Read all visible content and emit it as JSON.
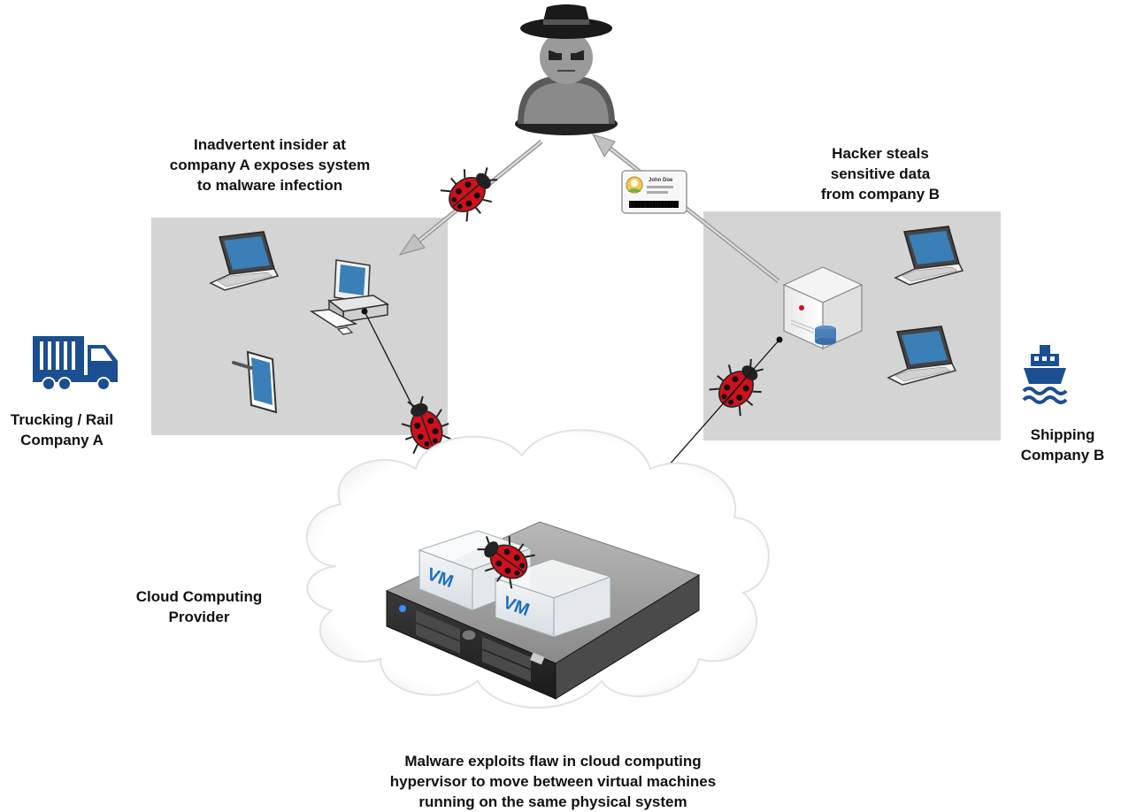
{
  "labels": {
    "insider": [
      "Inadvertent insider at",
      "company A exposes system",
      "to malware infection"
    ],
    "hacker_steals": [
      "Hacker steals",
      "sensitive data",
      "from company B"
    ],
    "company_a": [
      "Trucking / Rail",
      "Company A"
    ],
    "company_b": [
      "Shipping",
      "Company B"
    ],
    "cloud_provider": [
      "Cloud Computing",
      "Provider"
    ],
    "malware_exploit": [
      "Malware exploits flaw in cloud computing",
      "hypervisor to move between virtual machines",
      "running on the same physical system"
    ]
  },
  "id_card_name": "John Doe",
  "vm_labels": [
    "VM",
    "VM"
  ],
  "colors": {
    "panel": "#d4d4d4",
    "truck": "#1b4f91",
    "ship": "#1b4f91",
    "bug": "#d0101a",
    "vm_text": "#1e6fc0"
  },
  "icons": [
    "hacker-icon",
    "truck-icon",
    "ship-icon",
    "laptop-icon",
    "tablet-icon",
    "desktop-icon",
    "server-icon",
    "id-card-icon",
    "ladybug-icon",
    "cloud-icon",
    "rack-server-icon"
  ]
}
